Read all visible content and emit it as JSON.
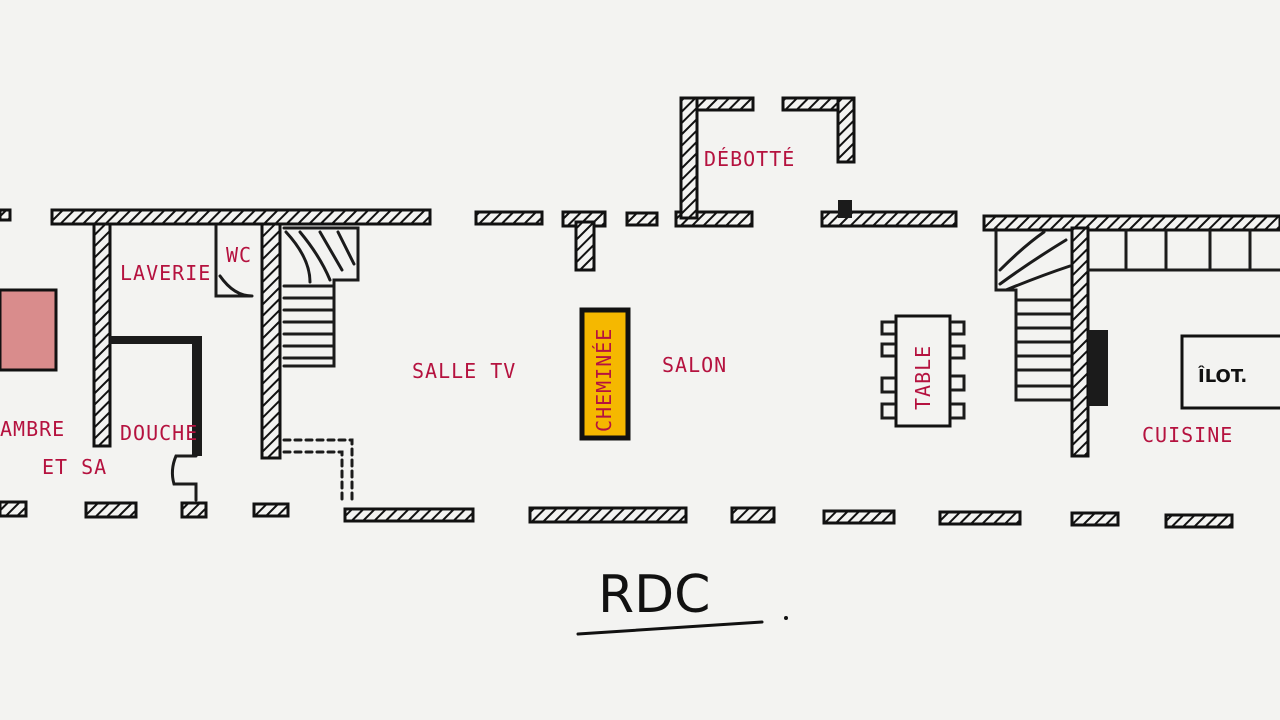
{
  "title": "RDC",
  "rooms": {
    "debotte": "DÉBOTTÉ",
    "laverie": "LAVERIE",
    "wc": "WC",
    "salle_tv": "SALLE TV",
    "cheminee": "CHEMINÉE",
    "salon": "SALON",
    "table": "TABLE",
    "ilot": "ÎLOT.",
    "cuisine": "CUISINE",
    "chambre": "AMBRE",
    "chambre_line2": "ET SA",
    "douche": "DOUCHE"
  },
  "colors": {
    "ink": "#1b1b1b",
    "label": "#b5123f",
    "fireplace": "#f5b800",
    "pink_bed": "#d98c8c"
  }
}
